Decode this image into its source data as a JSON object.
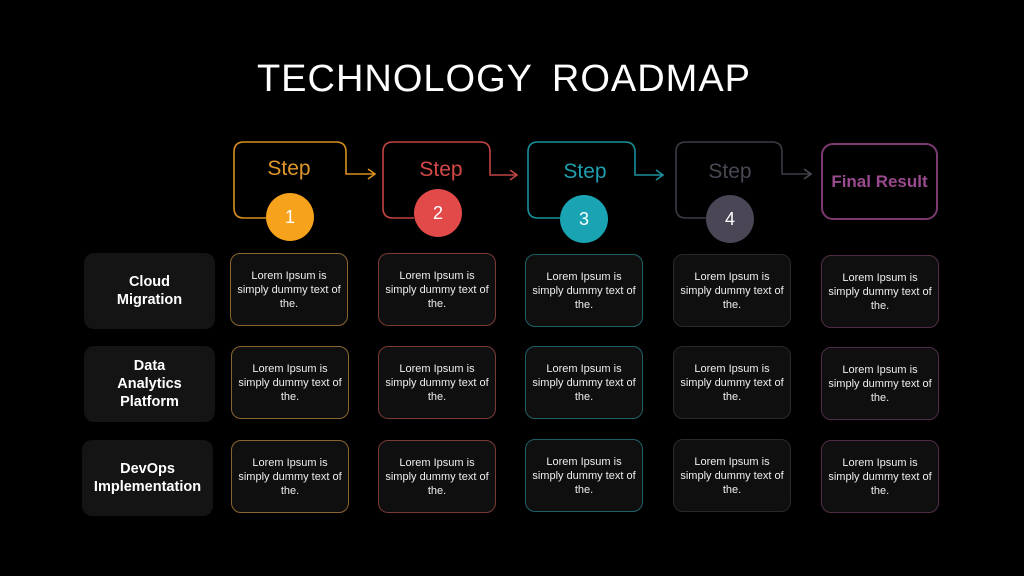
{
  "title": "TECHNOLOGY ROADMAP",
  "colors": {
    "step1": "#f7a21c",
    "step2": "#e24a4a",
    "step3": "#19a3b3",
    "step4": "#4a4656",
    "final": "#8a3f7e"
  },
  "steps": [
    {
      "label": "Step",
      "number": "1"
    },
    {
      "label": "Step",
      "number": "2"
    },
    {
      "label": "Step",
      "number": "3"
    },
    {
      "label": "Step",
      "number": "4"
    }
  ],
  "final": {
    "label": "Final Result"
  },
  "rows": [
    {
      "label": "Cloud Migration",
      "cells": [
        "Lorem Ipsum is simply dummy text of the.",
        "Lorem Ipsum is simply dummy text of the.",
        "Lorem Ipsum is simply dummy text of the.",
        "Lorem Ipsum is simply dummy text of the.",
        "Lorem Ipsum is simply dummy text of the."
      ]
    },
    {
      "label": "Data Analytics Platform",
      "cells": [
        "Lorem Ipsum is simply dummy text of the.",
        "Lorem Ipsum is simply dummy text of the.",
        "Lorem Ipsum is simply dummy text of the.",
        "Lorem Ipsum is simply dummy text of the.",
        "Lorem Ipsum is simply dummy text of the."
      ]
    },
    {
      "label": "DevOps Implementation",
      "cells": [
        "Lorem Ipsum is simply dummy text of the.",
        "Lorem Ipsum is simply dummy text of the.",
        "Lorem Ipsum is simply dummy text of the.",
        "Lorem Ipsum is simply dummy text of the.",
        "Lorem Ipsum is simply dummy text of the."
      ]
    }
  ]
}
